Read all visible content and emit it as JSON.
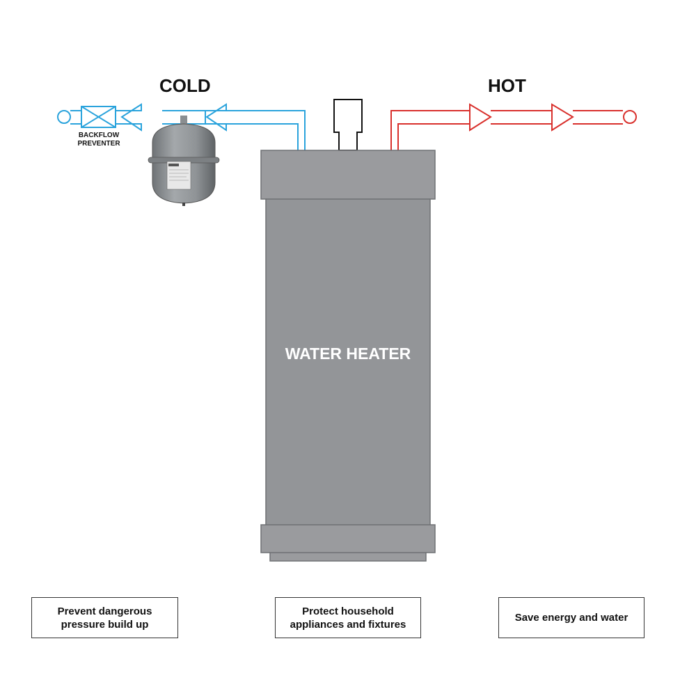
{
  "labels": {
    "cold": "COLD",
    "hot": "HOT",
    "backflow_preventer_line1": "BACKFLOW",
    "backflow_preventer_line2": "PREVENTER",
    "water_heater": "WATER HEATER"
  },
  "benefits": [
    {
      "line1": "Prevent dangerous",
      "line2": "pressure build up"
    },
    {
      "line1": "Protect household",
      "line2": "appliances and fixtures"
    },
    {
      "line1": "Save energy and water",
      "line2": ""
    }
  ],
  "colors": {
    "cold_pipe": "#2aa3dc",
    "hot_pipe": "#d9302c",
    "heater_body": "#939598",
    "heater_cap": "#9a9b9e",
    "expansion_tank": "#8f9396"
  }
}
